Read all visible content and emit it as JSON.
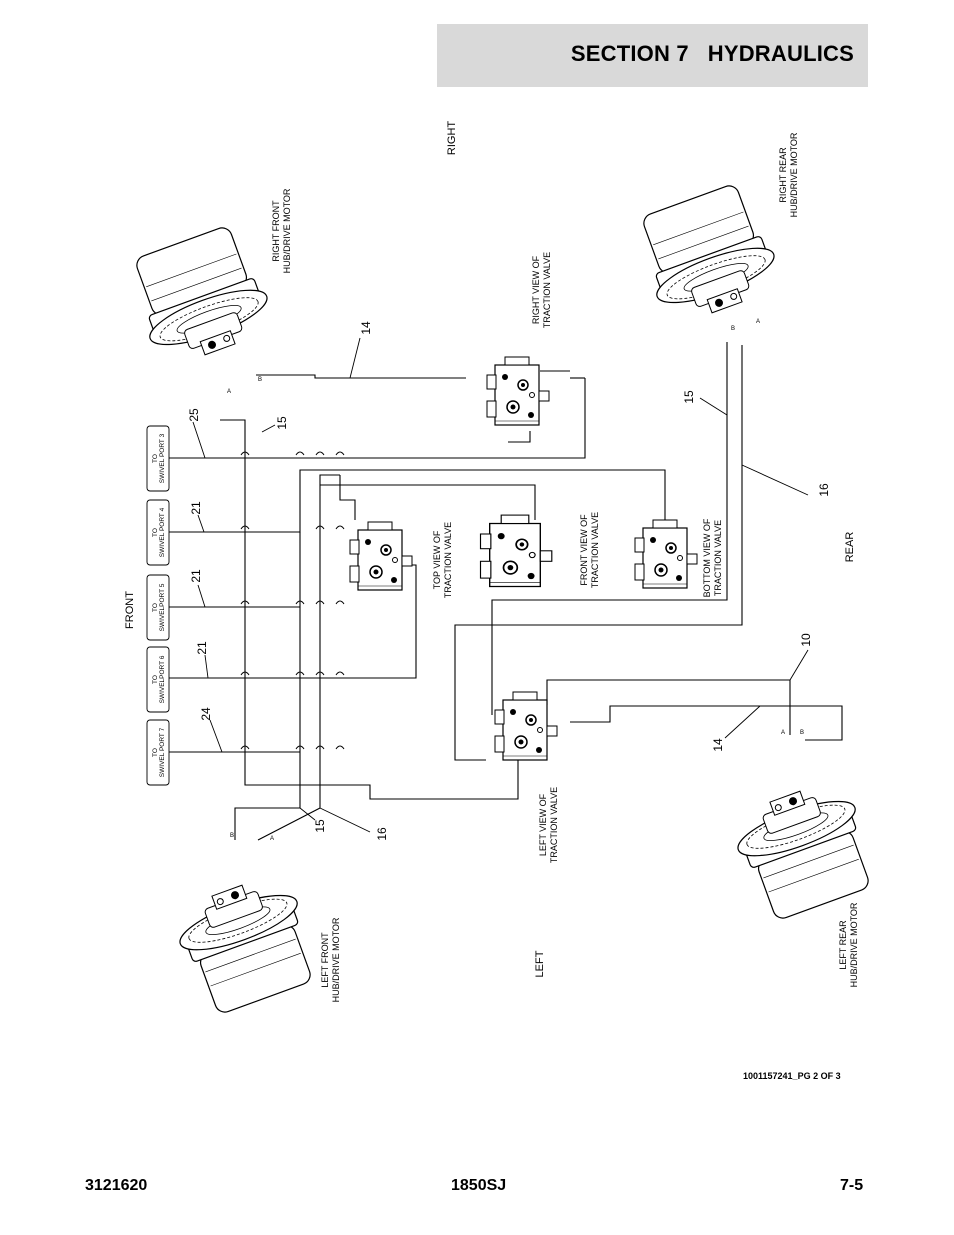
{
  "header": {
    "title": "SECTION 7   HYDRAULICS"
  },
  "footer": {
    "doc_number": "3121620",
    "model": "1850SJ",
    "page": "7-5"
  },
  "drawing_id": "1001157241_PG 2 OF 3",
  "orientation": {
    "front": "FRONT",
    "rear": "REAR",
    "right": "RIGHT",
    "left": "LEFT"
  },
  "views": {
    "top": [
      "TOP VIEW OF",
      "TRACTION VALVE"
    ],
    "front": [
      "FRONT VIEW OF",
      "TRACTION VALVE"
    ],
    "bottom": [
      "BOTTOM VIEW OF",
      "TRACTION VALVE"
    ],
    "right": [
      "RIGHT VIEW OF",
      "TRACTION VALVE"
    ],
    "left": [
      "LEFT VIEW OF",
      "TRACTION VALVE"
    ]
  },
  "motors": {
    "right_front": [
      "RIGHT FRONT",
      "HUB/DRIVE MOTOR"
    ],
    "right_rear": [
      "RIGHT REAR",
      "HUB/DRIVE MOTOR"
    ],
    "left_front": [
      "LEFT FRONT",
      "HUB/DRIVE MOTOR"
    ],
    "left_rear": [
      "LEFT REAR",
      "HUB/DRIVE MOTOR"
    ]
  },
  "swivel_ports": [
    [
      "TO",
      "SWIVEL PORT 3"
    ],
    [
      "TO",
      "SWIVEL PORT 4"
    ],
    [
      "TO",
      "SWIVELPORT 5"
    ],
    [
      "TO",
      "SWIVELPORT 6"
    ],
    [
      "TO",
      "SWIVEL PORT 7"
    ]
  ],
  "callouts": {
    "c25": "25",
    "c15a": "15",
    "c14a": "14",
    "c21a": "21",
    "c21b": "21",
    "c21c": "21",
    "c24": "24",
    "c15b": "15",
    "c16a": "16",
    "c15c": "15",
    "c16b": "16",
    "c10": "10",
    "c14b": "14"
  },
  "ports": {
    "a": "A",
    "b": "B"
  }
}
